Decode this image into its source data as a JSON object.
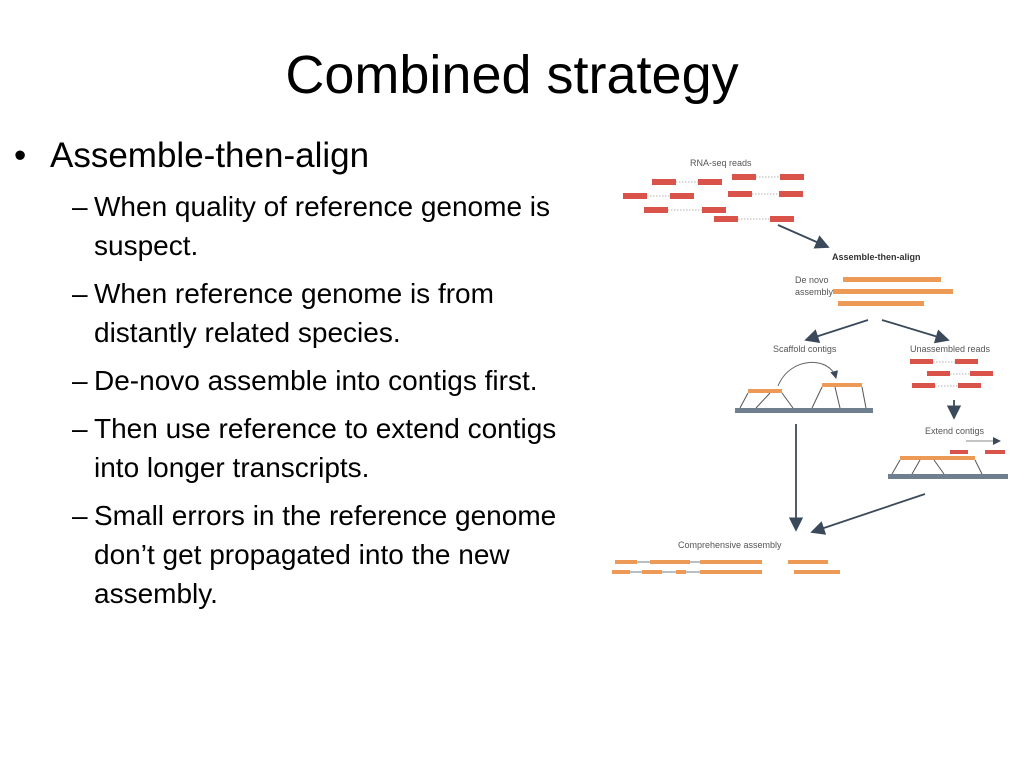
{
  "slide": {
    "title": "Combined strategy",
    "bullet": "Assemble-then-align",
    "subbullets": [
      "When quality of reference genome is suspect.",
      "When reference genome is from distantly related species.",
      "De-novo assemble into contigs first.",
      "Then use reference to extend contigs into longer transcripts.",
      "Small errors in the reference genome don’t get propagated into the new assembly."
    ]
  },
  "figure": {
    "labels": {
      "reads": "RNA-seq reads",
      "strategy": "Assemble-then-align",
      "denovo_line1": "De novo",
      "denovo_line2": "assembly",
      "scaffold": "Scaffold contigs",
      "unassembled": "Unassembled reads",
      "extend": "Extend contigs",
      "comprehensive": "Comprehensive assembly"
    },
    "colors": {
      "read": "#d9534a",
      "contig": "#ec9a55",
      "genome": "#6f7f8f",
      "arrow": "#3a4a5a"
    }
  }
}
